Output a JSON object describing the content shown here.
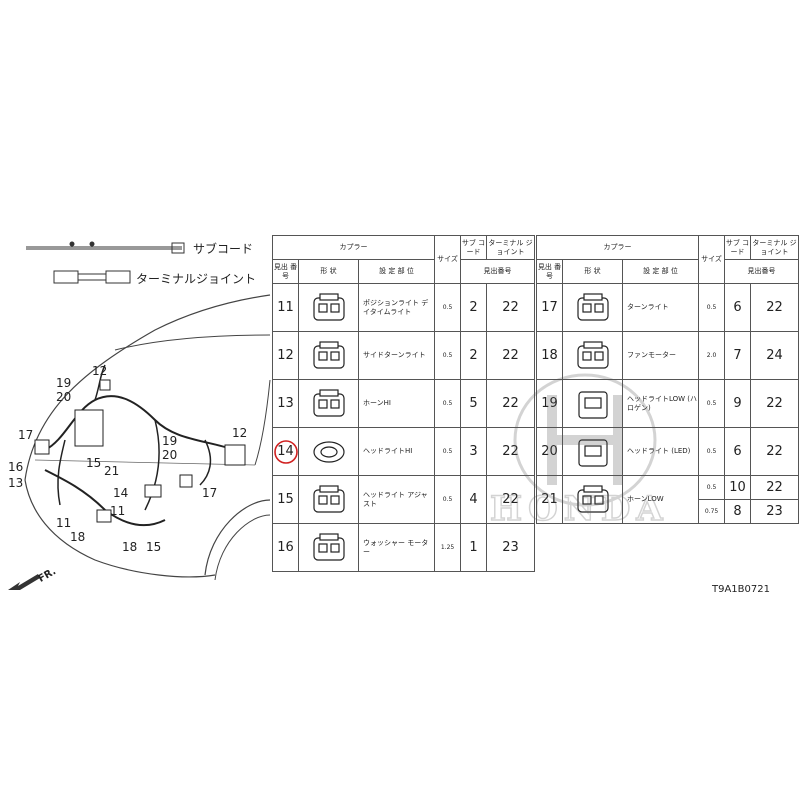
{
  "legend": {
    "subcord_label": "サブコード",
    "terminal_joint_label": "ターミナルジョイント"
  },
  "headers": {
    "coupler": "カプラー",
    "size": "サイズ",
    "subcord": "サブ コード",
    "terminal_joint": "ターミナル ジョイント",
    "ref_no": "見出 番号",
    "shape": "形 状",
    "site": "設 定 部 位",
    "see_no": "見出番号"
  },
  "left_rows": [
    {
      "ref": "11",
      "site": "ポジションライト デイタイムライト",
      "size": "0.5",
      "sub": "2",
      "tj": "22"
    },
    {
      "ref": "12",
      "site": "サイドターンライト",
      "size": "0.5",
      "sub": "2",
      "tj": "22"
    },
    {
      "ref": "13",
      "site": "ホーンHI",
      "size": "0.5",
      "sub": "5",
      "tj": "22"
    },
    {
      "ref": "14",
      "site": "ヘッドライトHI",
      "size": "0.5",
      "sub": "3",
      "tj": "22"
    },
    {
      "ref": "15",
      "site": "ヘッドライト アジャスト",
      "size": "0.5",
      "sub": "4",
      "tj": "22"
    },
    {
      "ref": "16",
      "site": "ウォッシャー モーター",
      "size": "1.25",
      "sub": "1",
      "tj": "23"
    }
  ],
  "right_rows": [
    {
      "ref": "17",
      "site": "ターンライト",
      "size": "0.5",
      "sub": "6",
      "tj": "22"
    },
    {
      "ref": "18",
      "site": "ファンモーター",
      "size": "2.0",
      "sub": "7",
      "tj": "24"
    },
    {
      "ref": "19",
      "site": "ヘッドライトLOW (ハロゲン)",
      "size": "0.5",
      "sub": "9",
      "tj": "22"
    },
    {
      "ref": "20",
      "site": "ヘッドライト (LED)",
      "size": "0.5",
      "sub": "6",
      "tj": "22"
    },
    {
      "ref": "21",
      "site": "ホーンLOW",
      "size": "0.5",
      "sub": "10",
      "tj": "22",
      "size2": "0.75",
      "sub2": "8",
      "tj2": "23"
    }
  ],
  "callouts": [
    "12",
    "19",
    "20",
    "17",
    "16",
    "13",
    "15",
    "21",
    "11",
    "18",
    "14",
    "11",
    "15",
    "17",
    "19",
    "20",
    "12",
    "18"
  ],
  "fr_label": "FR.",
  "part_code": "T9A1B0721",
  "highlight_ref": "14"
}
